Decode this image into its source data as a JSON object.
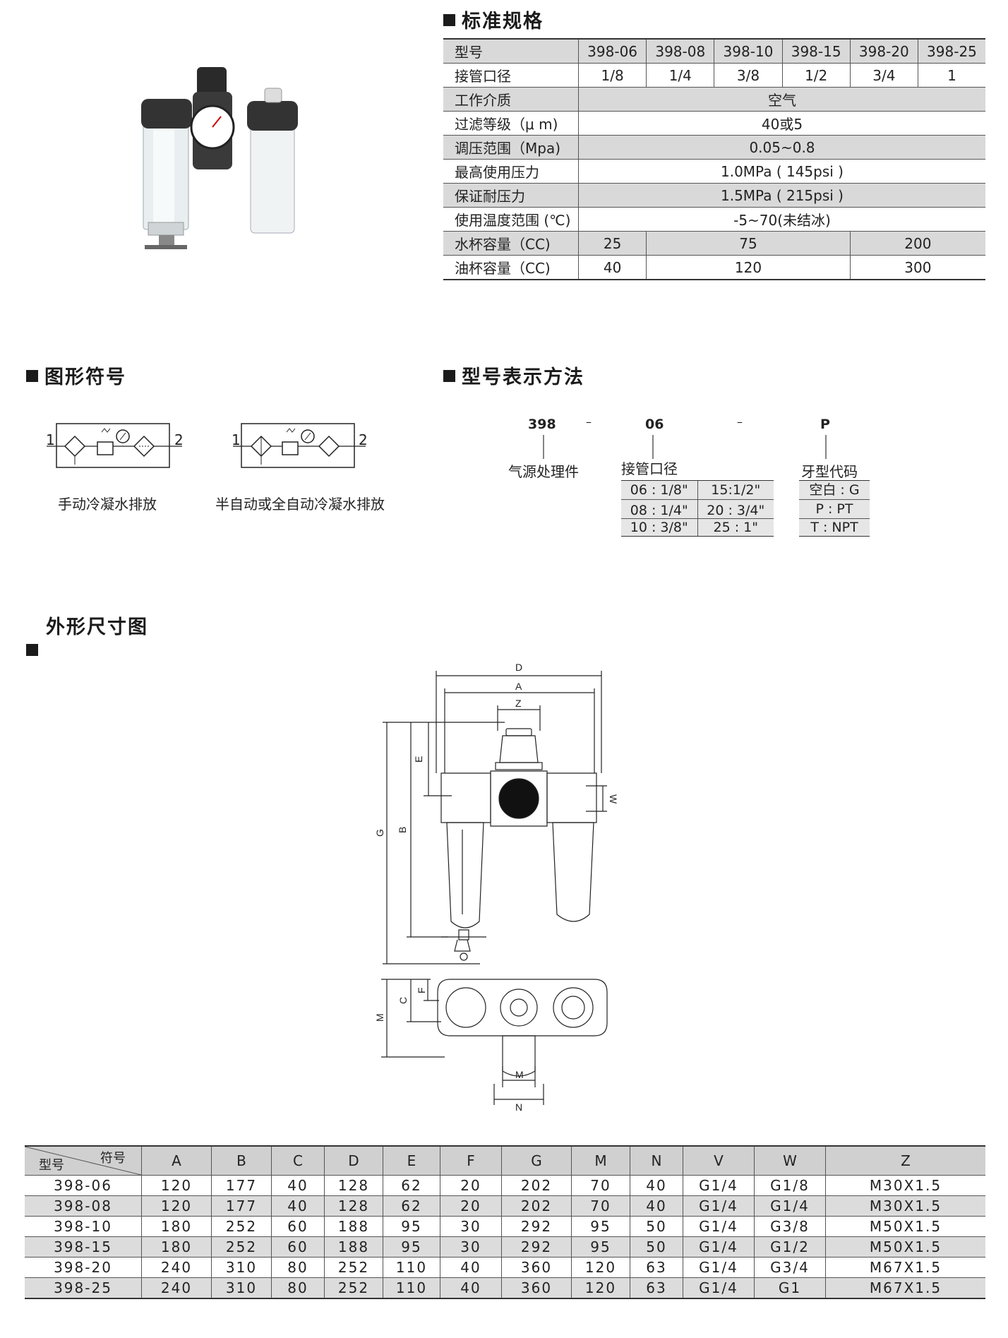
{
  "sections": {
    "spec_title": "标准规格",
    "symbol_title": "图形符号",
    "model_title": "型号表示方法",
    "dim_title": "外形尺寸图"
  },
  "spec_table": {
    "header": [
      "型号",
      "398-06",
      "398-08",
      "398-10",
      "398-15",
      "398-20",
      "398-25"
    ],
    "port": {
      "label": "接管口径",
      "values": [
        "1/8",
        "1/4",
        "3/8",
        "1/2",
        "3/4",
        "1"
      ]
    },
    "medium": {
      "label": "工作介质",
      "value": "空气"
    },
    "filtration": {
      "label": "过滤等级（μ m)",
      "value": "40或5"
    },
    "pressure_range": {
      "label": "调压范围（Mpa)",
      "value": "0.05~0.8"
    },
    "max_pressure": {
      "label": "最高使用压力",
      "value": "1.0MPa ( 145psi )"
    },
    "proof_pressure": {
      "label": "保证耐压力",
      "value": "1.5MPa ( 215psi )"
    },
    "temp_range": {
      "label": "使用温度范围 (℃)",
      "value": "-5~70(未结冰)"
    },
    "water_cup": {
      "label": "水杯容量（CC)",
      "values": [
        "25",
        "75",
        "200"
      ]
    },
    "oil_cup": {
      "label": "油杯容量（CC)",
      "values": [
        "40",
        "120",
        "300"
      ]
    }
  },
  "symbols": {
    "manual_caption": "手动冷凝水排放",
    "auto_caption": "半自动或全自动冷凝水排放",
    "port_in": "1",
    "port_out": "2"
  },
  "model_code": {
    "part1": "398",
    "dash1": "–",
    "part2": "06",
    "dash2": "–",
    "part3": "P",
    "part1_label": "气源处理件",
    "part2_label": "接管口径",
    "part3_label": "牙型代码",
    "port_codes": [
      [
        "06 : 1/8\"",
        "15:1/2\""
      ],
      [
        "08 : 1/4\"",
        "20 : 3/4\""
      ],
      [
        "10 : 3/8\"",
        "25 : 1\""
      ]
    ],
    "thread_codes": [
      "空白 : G",
      "P : PT",
      "T : NPT"
    ]
  },
  "drawing_labels": {
    "D": "D",
    "A": "A",
    "Z": "Z",
    "E": "E",
    "B": "B",
    "G": "G",
    "W": "W",
    "C": "C",
    "F": "F",
    "M": "M",
    "M2": "M",
    "N": "N"
  },
  "dim_table": {
    "corner_top": "符号",
    "corner_bottom": "型号",
    "columns": [
      "A",
      "B",
      "C",
      "D",
      "E",
      "F",
      "G",
      "M",
      "N",
      "V",
      "W",
      "Z"
    ],
    "rows": [
      [
        "398-06",
        "120",
        "177",
        "40",
        "128",
        "62",
        "20",
        "202",
        "70",
        "40",
        "G1/4",
        "G1/8",
        "M30X1.5"
      ],
      [
        "398-08",
        "120",
        "177",
        "40",
        "128",
        "62",
        "20",
        "202",
        "70",
        "40",
        "G1/4",
        "G1/4",
        "M30X1.5"
      ],
      [
        "398-10",
        "180",
        "252",
        "60",
        "188",
        "95",
        "30",
        "292",
        "95",
        "50",
        "G1/4",
        "G3/8",
        "M50X1.5"
      ],
      [
        "398-15",
        "180",
        "252",
        "60",
        "188",
        "95",
        "30",
        "292",
        "95",
        "50",
        "G1/4",
        "G1/2",
        "M50X1.5"
      ],
      [
        "398-20",
        "240",
        "310",
        "80",
        "252",
        "110",
        "40",
        "360",
        "120",
        "63",
        "G1/4",
        "G3/4",
        "M67X1.5"
      ],
      [
        "398-25",
        "240",
        "310",
        "80",
        "252",
        "110",
        "40",
        "360",
        "120",
        "63",
        "G1/4",
        "G1",
        "M67X1.5"
      ]
    ]
  }
}
